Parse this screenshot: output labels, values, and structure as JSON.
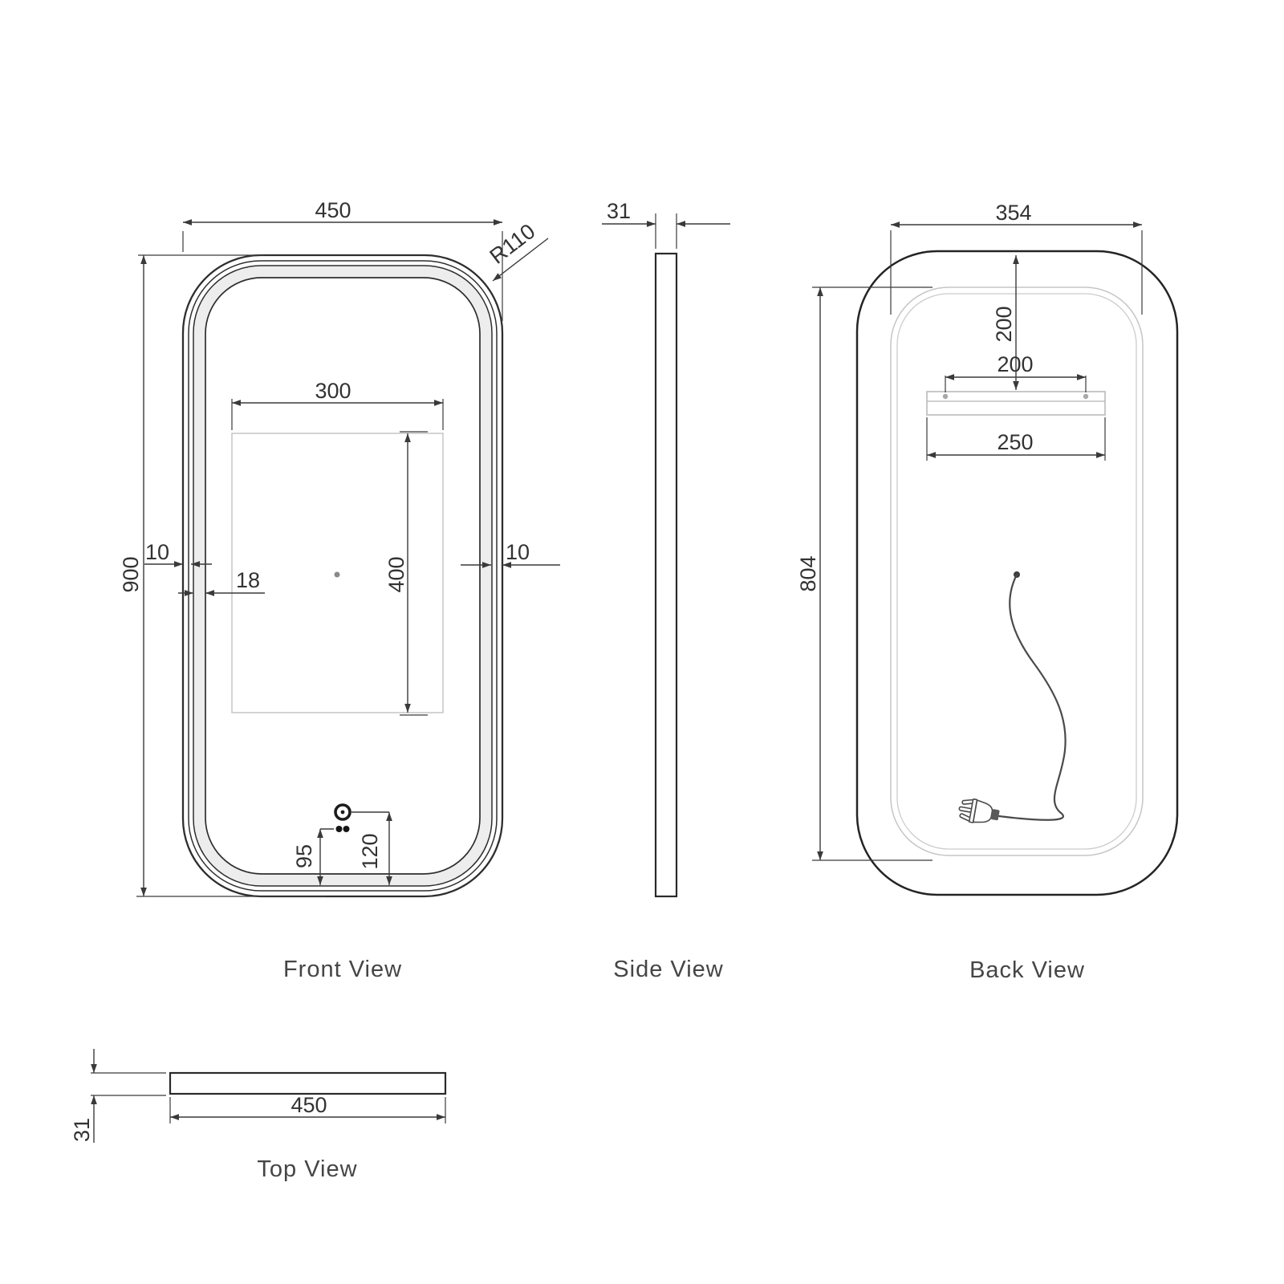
{
  "front": {
    "label": "Front View",
    "dims": {
      "width": "450",
      "height": "900",
      "radius": "R110",
      "led_width": "300",
      "led_height": "400",
      "frame_left": "10",
      "frame_right": "10",
      "inset": "18",
      "sensor_a": "95",
      "sensor_b": "120"
    }
  },
  "side": {
    "label": "Side View",
    "dims": {
      "depth": "31"
    }
  },
  "back": {
    "label": "Back View",
    "dims": {
      "width": "354",
      "top_offset": "200",
      "hole_spacing": "200",
      "bracket_width": "250",
      "height": "804"
    }
  },
  "top": {
    "label": "Top View",
    "dims": {
      "width": "450",
      "depth": "31"
    }
  }
}
